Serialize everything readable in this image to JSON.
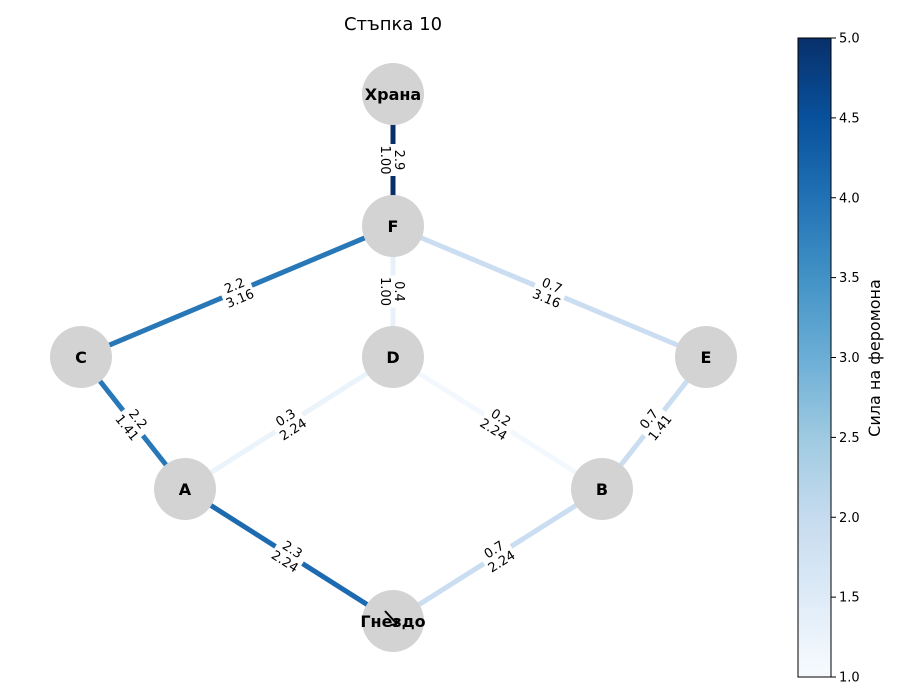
{
  "title": "Стъпка 10",
  "colorbar": {
    "label": "Сила на феромона",
    "min": 1.0,
    "max": 5.0,
    "ticks": [
      "1.0",
      "1.5",
      "2.0",
      "2.5",
      "3.0",
      "3.5",
      "4.0",
      "4.5",
      "5.0"
    ],
    "colors": [
      "#f7fbff",
      "#deebf7",
      "#c6dbef",
      "#9ecae1",
      "#6baed6",
      "#4292c6",
      "#2171b5",
      "#08519c",
      "#08306b"
    ]
  },
  "nodes": [
    {
      "id": "food",
      "label": "Храна"
    },
    {
      "id": "F",
      "label": "F"
    },
    {
      "id": "C",
      "label": "C"
    },
    {
      "id": "D",
      "label": "D"
    },
    {
      "id": "E",
      "label": "E"
    },
    {
      "id": "A",
      "label": "A"
    },
    {
      "id": "B",
      "label": "B"
    },
    {
      "id": "nest",
      "label": "Гнездо"
    }
  ],
  "edges": [
    {
      "from": "food",
      "to": "F",
      "pheromone": 2.9,
      "distance": "1.00",
      "label_top": "2.9",
      "label_bottom": "1.00",
      "strength": 5.0
    },
    {
      "from": "F",
      "to": "C",
      "pheromone": 2.2,
      "distance": "3.16",
      "label_top": "2.2",
      "label_bottom": "3.16",
      "strength": 3.9
    },
    {
      "from": "F",
      "to": "D",
      "pheromone": 0.4,
      "distance": "1.00",
      "label_top": "0.4",
      "label_bottom": "1.00",
      "strength": 1.3
    },
    {
      "from": "F",
      "to": "E",
      "pheromone": 0.7,
      "distance": "3.16",
      "label_top": "0.7",
      "label_bottom": "3.16",
      "strength": 1.9
    },
    {
      "from": "C",
      "to": "A",
      "pheromone": 2.2,
      "distance": "1.41",
      "label_top": "2.2",
      "label_bottom": "1.41",
      "strength": 3.9
    },
    {
      "from": "D",
      "to": "A",
      "pheromone": 0.3,
      "distance": "2.24",
      "label_top": "0.3",
      "label_bottom": "2.24",
      "strength": 1.25
    },
    {
      "from": "D",
      "to": "B",
      "pheromone": 0.2,
      "distance": "2.24",
      "label_top": "0.2",
      "label_bottom": "2.24",
      "strength": 1.1
    },
    {
      "from": "E",
      "to": "B",
      "pheromone": 0.7,
      "distance": "1.41",
      "label_top": "0.7",
      "label_bottom": "1.41",
      "strength": 1.9
    },
    {
      "from": "A",
      "to": "nest",
      "pheromone": 2.3,
      "distance": "2.24",
      "label_top": "2.3",
      "label_bottom": "2.24",
      "strength": 4.1
    },
    {
      "from": "B",
      "to": "nest",
      "pheromone": 0.7,
      "distance": "2.24",
      "label_top": "0.7",
      "label_bottom": "2.24",
      "strength": 1.9
    }
  ]
}
